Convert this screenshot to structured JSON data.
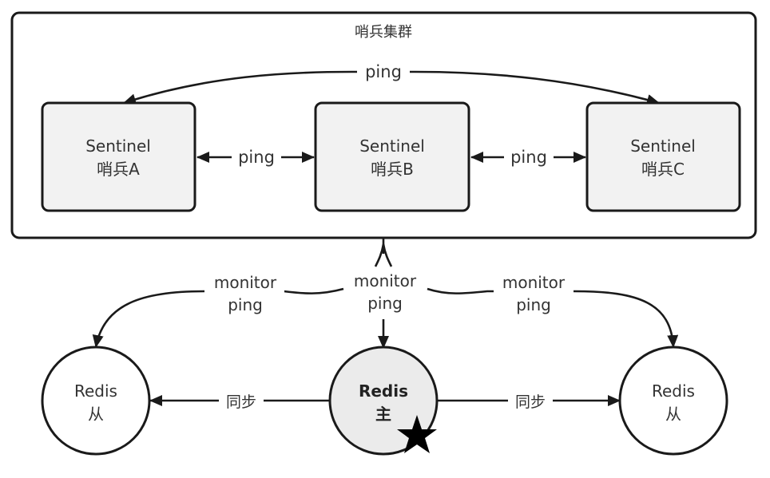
{
  "diagram": {
    "cluster": {
      "title": "哨兵集群",
      "top_link_label": "ping",
      "sentinels": [
        {
          "line1": "Sentinel",
          "line2": "哨兵A"
        },
        {
          "line1": "Sentinel",
          "line2": "哨兵B"
        },
        {
          "line1": "Sentinel",
          "line2": "哨兵C"
        }
      ],
      "peer_links": [
        {
          "label": "ping",
          "from": "哨兵A",
          "to": "哨兵B",
          "direction": "bidirectional"
        },
        {
          "label": "ping",
          "from": "哨兵B",
          "to": "哨兵C",
          "direction": "bidirectional"
        }
      ]
    },
    "monitor_links": [
      {
        "line1": "monitor",
        "line2": "ping",
        "target": "Redis 从 (left)"
      },
      {
        "line1": "monitor",
        "line2": "ping",
        "target": "Redis 主"
      },
      {
        "line1": "monitor",
        "line2": "ping",
        "target": "Redis 从 (right)"
      }
    ],
    "redis_nodes": {
      "left_slave": {
        "line1": "Redis",
        "line2": "从"
      },
      "master": {
        "line1": "Redis",
        "line2": "主",
        "marker": "star-icon"
      },
      "right_slave": {
        "line1": "Redis",
        "line2": "从"
      }
    },
    "sync_links": [
      {
        "label": "同步",
        "from": "Redis 主",
        "to": "Redis 从 (left)"
      },
      {
        "label": "同步",
        "from": "Redis 主",
        "to": "Redis 从 (right)"
      }
    ],
    "colors": {
      "stroke": "#1a1a1a",
      "sentinel_fill": "#f2f2f2",
      "master_fill": "#ebebeb",
      "text": "#333333"
    }
  }
}
